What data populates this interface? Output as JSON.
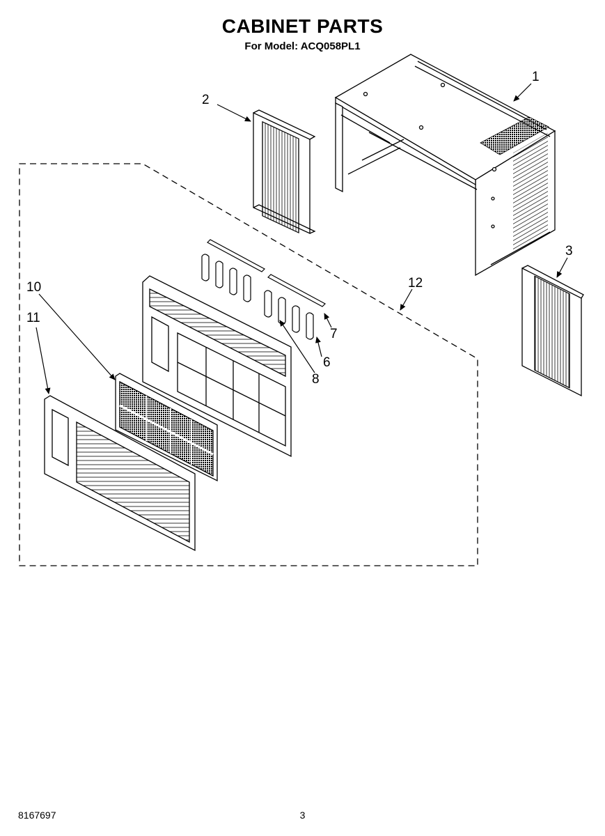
{
  "header": {
    "title": "CABINET PARTS",
    "subtitle": "For Model: ACQ058PL1"
  },
  "callouts": {
    "c1": "1",
    "c2": "2",
    "c3": "3",
    "c6": "6",
    "c7": "7",
    "c8": "8",
    "c10": "10",
    "c11": "11",
    "c12": "12"
  },
  "footer": {
    "doc_number": "8167697",
    "page_number": "3"
  }
}
